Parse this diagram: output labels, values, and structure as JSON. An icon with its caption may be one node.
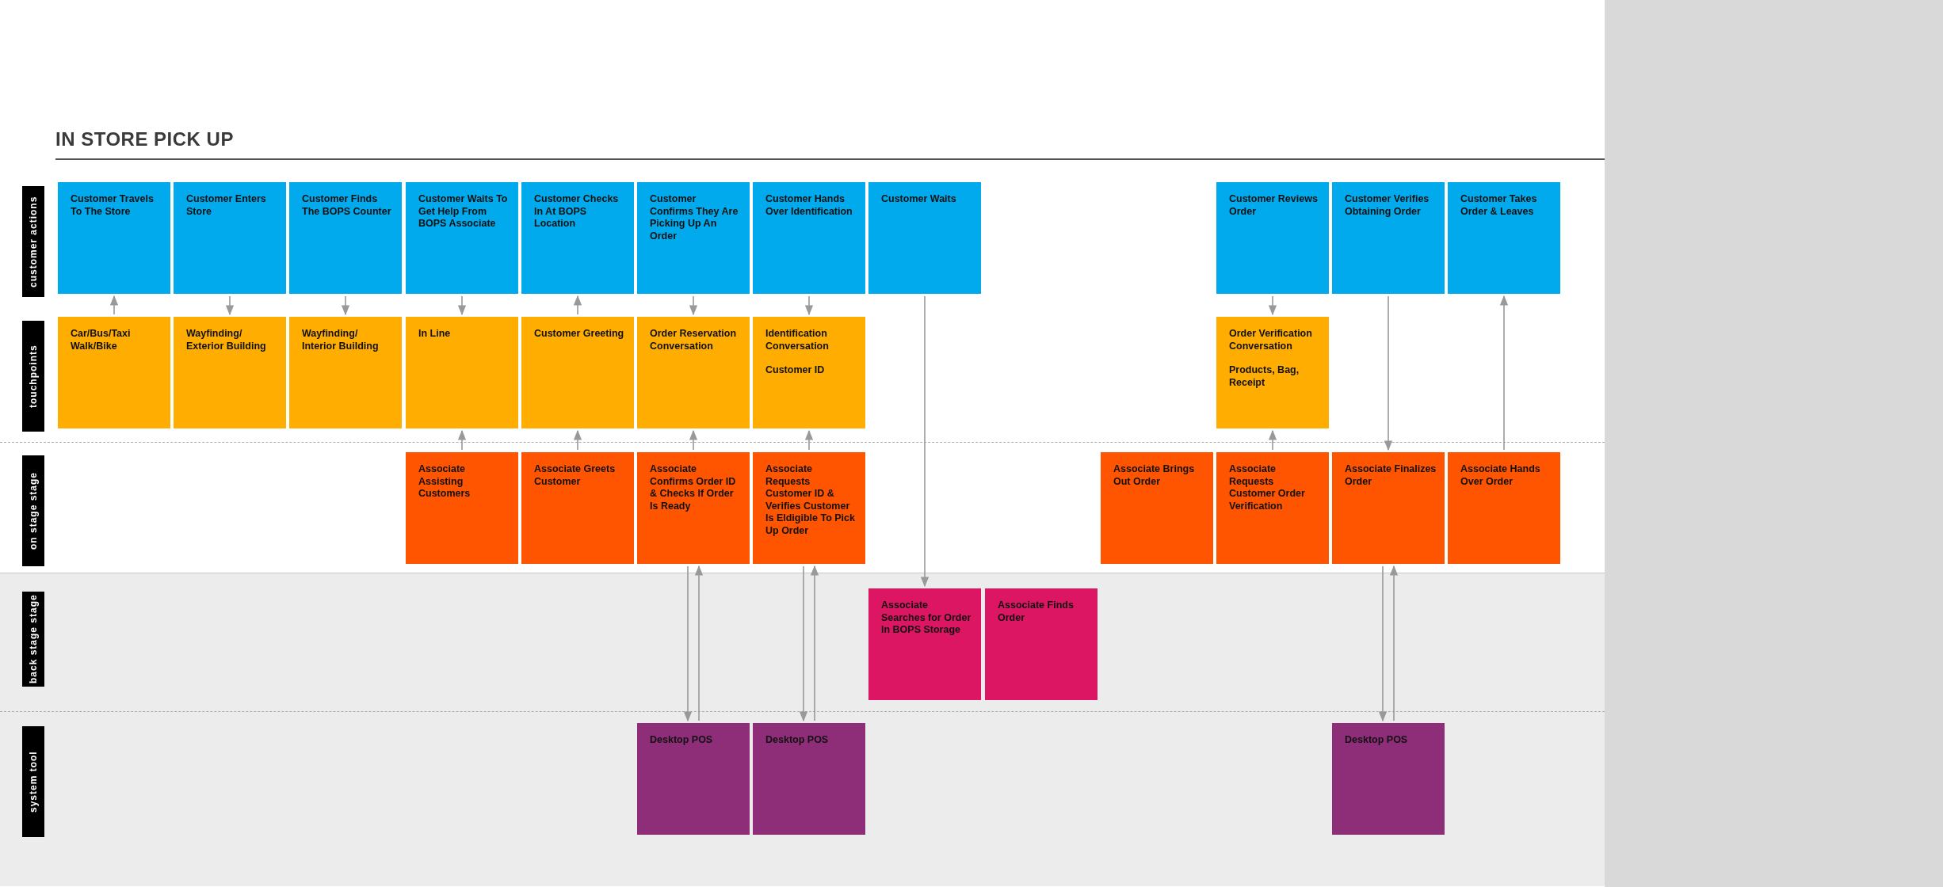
{
  "diagram": {
    "title": "IN STORE PICK UP",
    "nodes": [
      {
        "text": [
          "Customer Travels To The Store"
        ]
      },
      {
        "text": [
          "Customer Enters Store"
        ]
      },
      {
        "text": [
          "Customer Finds The BOPS Counter"
        ]
      },
      {
        "text": [
          "Customer Waits To Get Help From BOPS Associate"
        ]
      },
      {
        "text": [
          "Customer Checks In At BOPS Location"
        ]
      },
      {
        "text": [
          "Customer Confirms They Are Picking Up An Order"
        ]
      },
      {
        "text": [
          "Customer Hands Over Identification"
        ]
      },
      {
        "text": [
          "Customer Waits"
        ]
      },
      {
        "text": [
          "Customer Reviews Order"
        ]
      },
      {
        "text": [
          "Customer Verifies Obtaining Order"
        ]
      },
      {
        "text": [
          "Customer Takes Order & Leaves"
        ]
      },
      {
        "text": [
          "Car/Bus/Taxi Walk/Bike"
        ]
      },
      {
        "text": [
          "Wayfinding/ Exterior Building"
        ]
      },
      {
        "text": [
          "Wayfinding/ Interior Building"
        ]
      },
      {
        "text": [
          "In Line"
        ]
      },
      {
        "text": [
          "Customer Greeting"
        ]
      },
      {
        "text": [
          "Order Reservation Conversation"
        ]
      },
      {
        "text": [
          "Identification Conversation",
          "Customer ID"
        ]
      },
      {
        "text": [
          "Order Verification Conversation",
          "Products, Bag, Receipt"
        ]
      },
      {
        "text": [
          "Associate Assisting Customers"
        ]
      },
      {
        "text": [
          "Associate Greets Customer"
        ]
      },
      {
        "text": [
          "Associate Confirms Order ID & Checks If Order Is Ready"
        ]
      },
      {
        "text": [
          "Associate Requests Customer ID & Verifies Customer Is Eldigible To Pick Up Order"
        ]
      },
      {
        "text": [
          "Associate Brings Out Order"
        ]
      },
      {
        "text": [
          "Associate Requests Customer Order Verification"
        ]
      },
      {
        "text": [
          "Associate Finalizes Order"
        ]
      },
      {
        "text": [
          "Associate Hands Over Order"
        ]
      },
      {
        "text": [
          "Associate Searches for Order In BOPS Storage"
        ]
      },
      {
        "text": [
          "Associate Finds Order"
        ]
      },
      {
        "text": [
          "Desktop POS"
        ]
      },
      {
        "text": [
          "Desktop POS"
        ]
      },
      {
        "text": [
          "Desktop POS"
        ]
      }
    ],
    "edges": [
      {
        "from": 11,
        "to": 0,
        "arrow": "to"
      },
      {
        "from": 1,
        "to": 12,
        "arrow": "to"
      },
      {
        "from": 2,
        "to": 13,
        "arrow": "to"
      },
      {
        "from": 3,
        "to": 14,
        "arrow": "to"
      },
      {
        "from": 15,
        "to": 4,
        "arrow": "to"
      },
      {
        "from": 5,
        "to": 16,
        "arrow": "to"
      },
      {
        "from": 6,
        "to": 17,
        "arrow": "to"
      },
      {
        "from": 19,
        "to": 14,
        "arrow": "to"
      },
      {
        "from": 20,
        "to": 15,
        "arrow": "to"
      },
      {
        "from": 21,
        "to": 16,
        "arrow": "to"
      },
      {
        "from": 22,
        "to": 17,
        "arrow": "to"
      },
      {
        "from": 7,
        "to": 27,
        "arrow": "to"
      },
      {
        "from": 8,
        "to": 18,
        "arrow": "to"
      },
      {
        "from": 24,
        "to": 18,
        "arrow": "to"
      },
      {
        "from": 9,
        "to": 25,
        "arrow": "to"
      },
      {
        "from": 26,
        "to": 10,
        "arrow": "to"
      },
      {
        "from": 21,
        "to": 29,
        "arrow": "to"
      },
      {
        "from": 29,
        "to": 21,
        "arrow": "to"
      },
      {
        "from": 22,
        "to": 30,
        "arrow": "to"
      },
      {
        "from": 30,
        "to": 22,
        "arrow": "to"
      },
      {
        "from": 25,
        "to": 31,
        "arrow": "to"
      },
      {
        "from": 31,
        "to": 25,
        "arrow": "to"
      }
    ],
    "labels": [
      "customer actions",
      "touchpoints",
      "on stage stage",
      "back stage stage",
      "system tool"
    ]
  }
}
